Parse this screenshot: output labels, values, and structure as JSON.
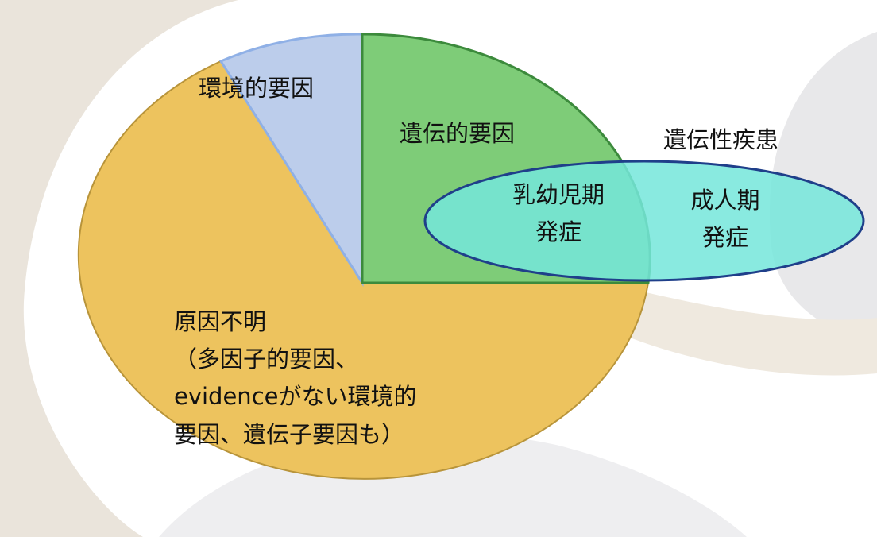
{
  "chart_data": {
    "type": "pie",
    "slices": [
      {
        "label": "環境的要因",
        "share": 0.076,
        "color": "#BCCDEB"
      },
      {
        "label": "遺伝的要因",
        "share": 0.25,
        "color": "#7ECC78"
      },
      {
        "label": "原因不明",
        "share": 0.674,
        "color": "#EDC35E"
      }
    ],
    "overlay": {
      "label": "遺伝性疾患",
      "segments": [
        "乳幼児期発症",
        "成人期発症"
      ],
      "color": "#74E6DA"
    }
  },
  "labels": {
    "environmental": "環境的要因",
    "genetic": "遺伝的要因",
    "hereditary_disease": "遺伝性疾患",
    "infant_line1": "乳幼児期",
    "infant_line2": "発症",
    "adult_line1": "成人期",
    "adult_line2": "発症",
    "unknown_line1": "原因不明",
    "unknown_line2": "（多因子的要因、",
    "unknown_line3": "evidenceがない環境的",
    "unknown_line4": "要因、遺伝子要因も）"
  },
  "colors": {
    "environmental_fill": "#BCCDEB",
    "environmental_stroke": "#8FB0E6",
    "genetic_fill": "#7ECC78",
    "genetic_stroke": "#3C8A3C",
    "unknown_fill": "#EDC35E",
    "unknown_stroke": "#B8943A",
    "overlay_fill": "#74E6DA",
    "overlay_stroke": "#1F3F8A"
  }
}
